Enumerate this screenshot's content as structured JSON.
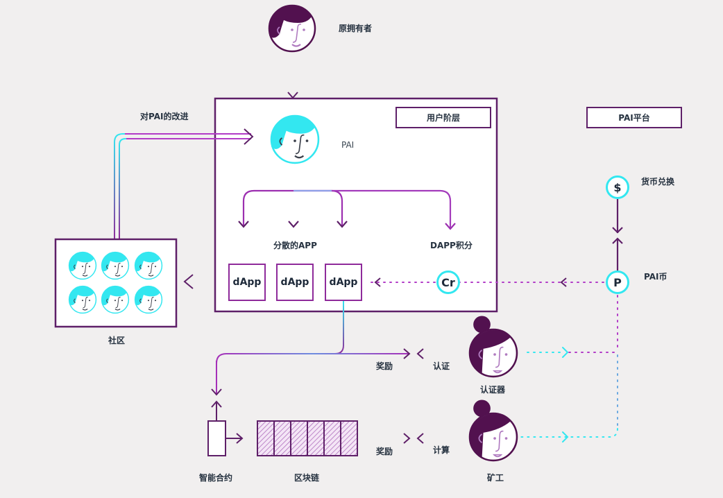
{
  "labels": {
    "original_owner": "原拥有者",
    "improvement": "对PAI的改进",
    "pai": "PAI",
    "user_layer": "用户阶层",
    "pai_platform": "PAI平台",
    "decentralized_app": "分散的APP",
    "dapp_credits": "DAPP积分",
    "community": "社区",
    "currency_exchange": "货币兑换",
    "pai_coin": "PAI币",
    "reward_top": "奖励",
    "verify": "认证",
    "validator": "认证器",
    "smart_contract": "智能合约",
    "blockchain": "区块链",
    "reward_bottom": "奖励",
    "compute": "计算",
    "miner": "矿工"
  },
  "dapps": [
    "dApp",
    "dApp",
    "dApp"
  ],
  "coins": {
    "credits_symbol": "Cr",
    "exchange_symbol": "$",
    "pai_coin_symbol": "P"
  },
  "blockchain_blocks": 6,
  "community_members": 6,
  "colors": {
    "purple_dark": "#5e1f68",
    "purple": "#8e2a9a",
    "magenta": "#b23bc7",
    "cyan": "#33e7f0",
    "blue": "#6e8ce0",
    "text": "#263240",
    "background": "#f1efef"
  }
}
